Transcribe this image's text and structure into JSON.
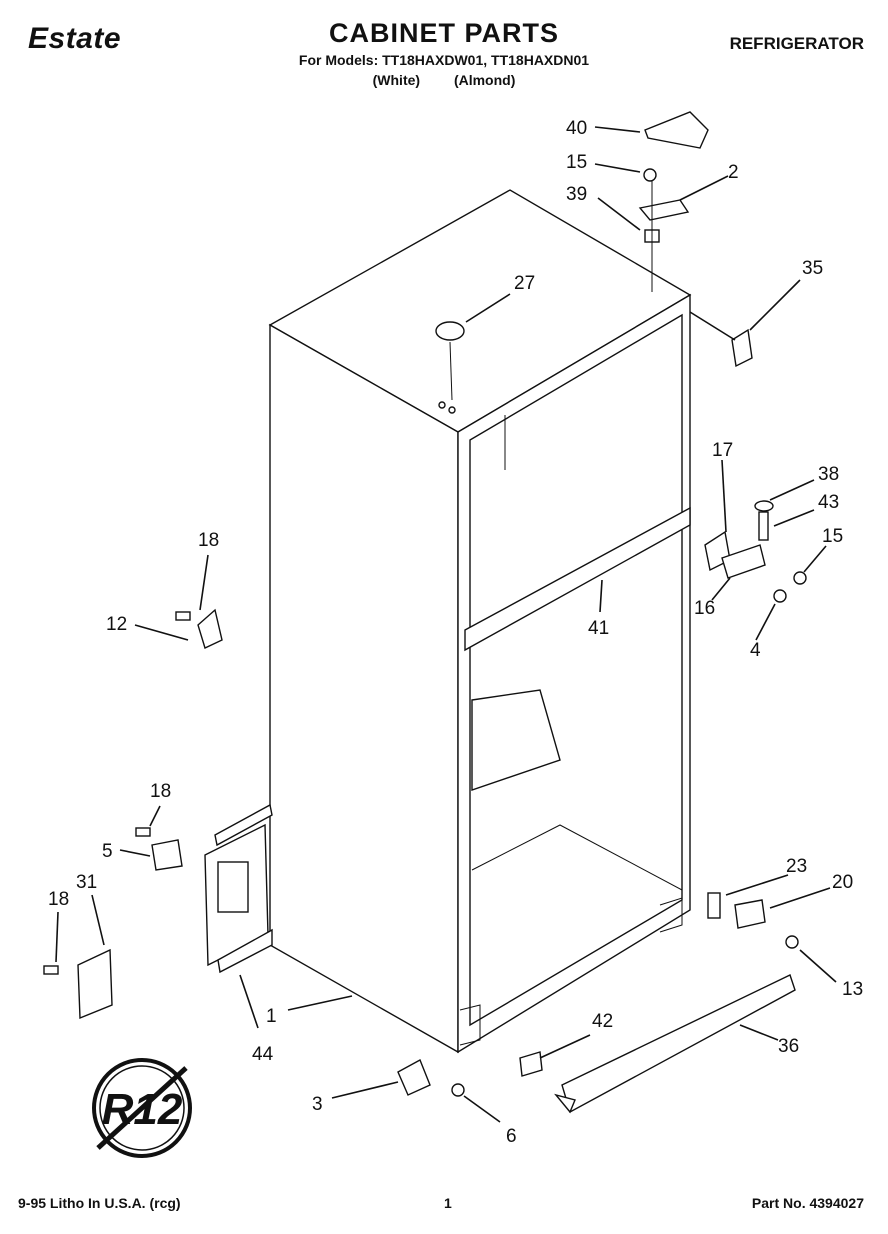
{
  "header": {
    "brand": "Estate",
    "title": "CABINET PARTS",
    "models_line": "For Models: TT18HAXDW01, TT18HAXDN01",
    "variants_line": "(White) (Almond)",
    "category": "REFRIGERATOR"
  },
  "footer": {
    "left": "9-95 Litho In U.S.A. (rcg)",
    "page": "1",
    "part_no": "Part No. 4394027"
  },
  "callouts": [
    "40",
    "15",
    "2",
    "39",
    "35",
    "27",
    "17",
    "38",
    "43",
    "15",
    "16",
    "4",
    "41",
    "18",
    "12",
    "18",
    "5",
    "31",
    "18",
    "1",
    "44",
    "23",
    "20",
    "13",
    "42",
    "36",
    "3",
    "6"
  ],
  "badge": "R12"
}
